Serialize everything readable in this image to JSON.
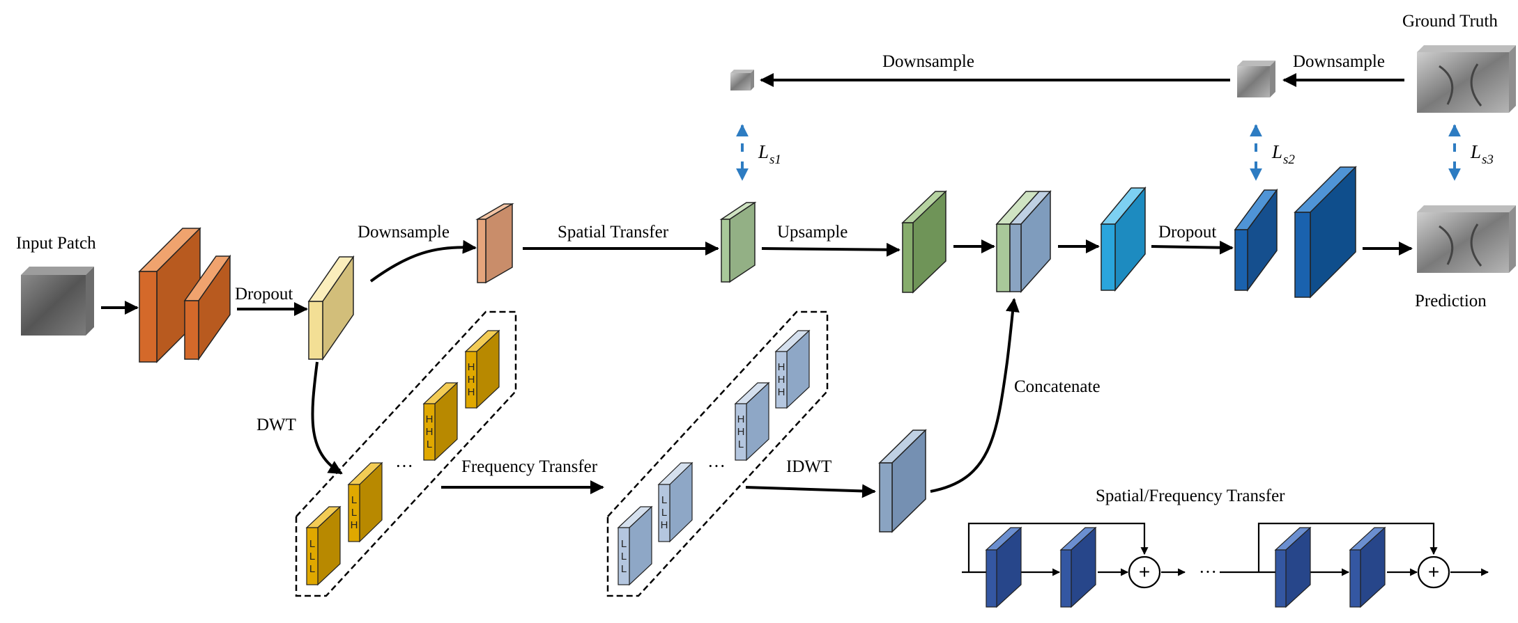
{
  "labels": {
    "input_patch": "Input Patch",
    "dropout_1": "Dropout",
    "downsample_top": "Downsample",
    "spatial_transfer": "Spatial Transfer",
    "upsample": "Upsample",
    "dropout_2": "Dropout",
    "ground_truth": "Ground Truth",
    "downsample_gt_1": "Downsample",
    "downsample_gt_2": "Downsample",
    "prediction": "Prediction",
    "dwt": "DWT",
    "frequency_transfer": "Frequency Transfer",
    "idwt": "IDWT",
    "concatenate": "Concatenate",
    "sf_transfer_title": "Spatial/Frequency Transfer",
    "ellipsis": "···",
    "plus": "+"
  },
  "losses": [
    {
      "symbol": "L",
      "subscript": "s1"
    },
    {
      "symbol": "L",
      "subscript": "s2"
    },
    {
      "symbol": "L",
      "subscript": "s3"
    }
  ],
  "subbands": {
    "yellow": [
      "LLL",
      "LLH",
      "HHL",
      "HHH"
    ],
    "blue": [
      "LLL",
      "LLH",
      "HHL",
      "HHH"
    ]
  },
  "colors": {
    "orange": "#d4692a",
    "light_yellow": "#f3df95",
    "salmon": "#e6a57c",
    "light_green": "#a9c89a",
    "green": "#86ac6c",
    "cyan": "#2aa5dc",
    "dark_blue": "#1a62ae",
    "steel_blue": "#8aa4c2",
    "gold": "#e0a800",
    "navy_block": "#3457a2",
    "loss_arrow": "#2d7cc2"
  }
}
